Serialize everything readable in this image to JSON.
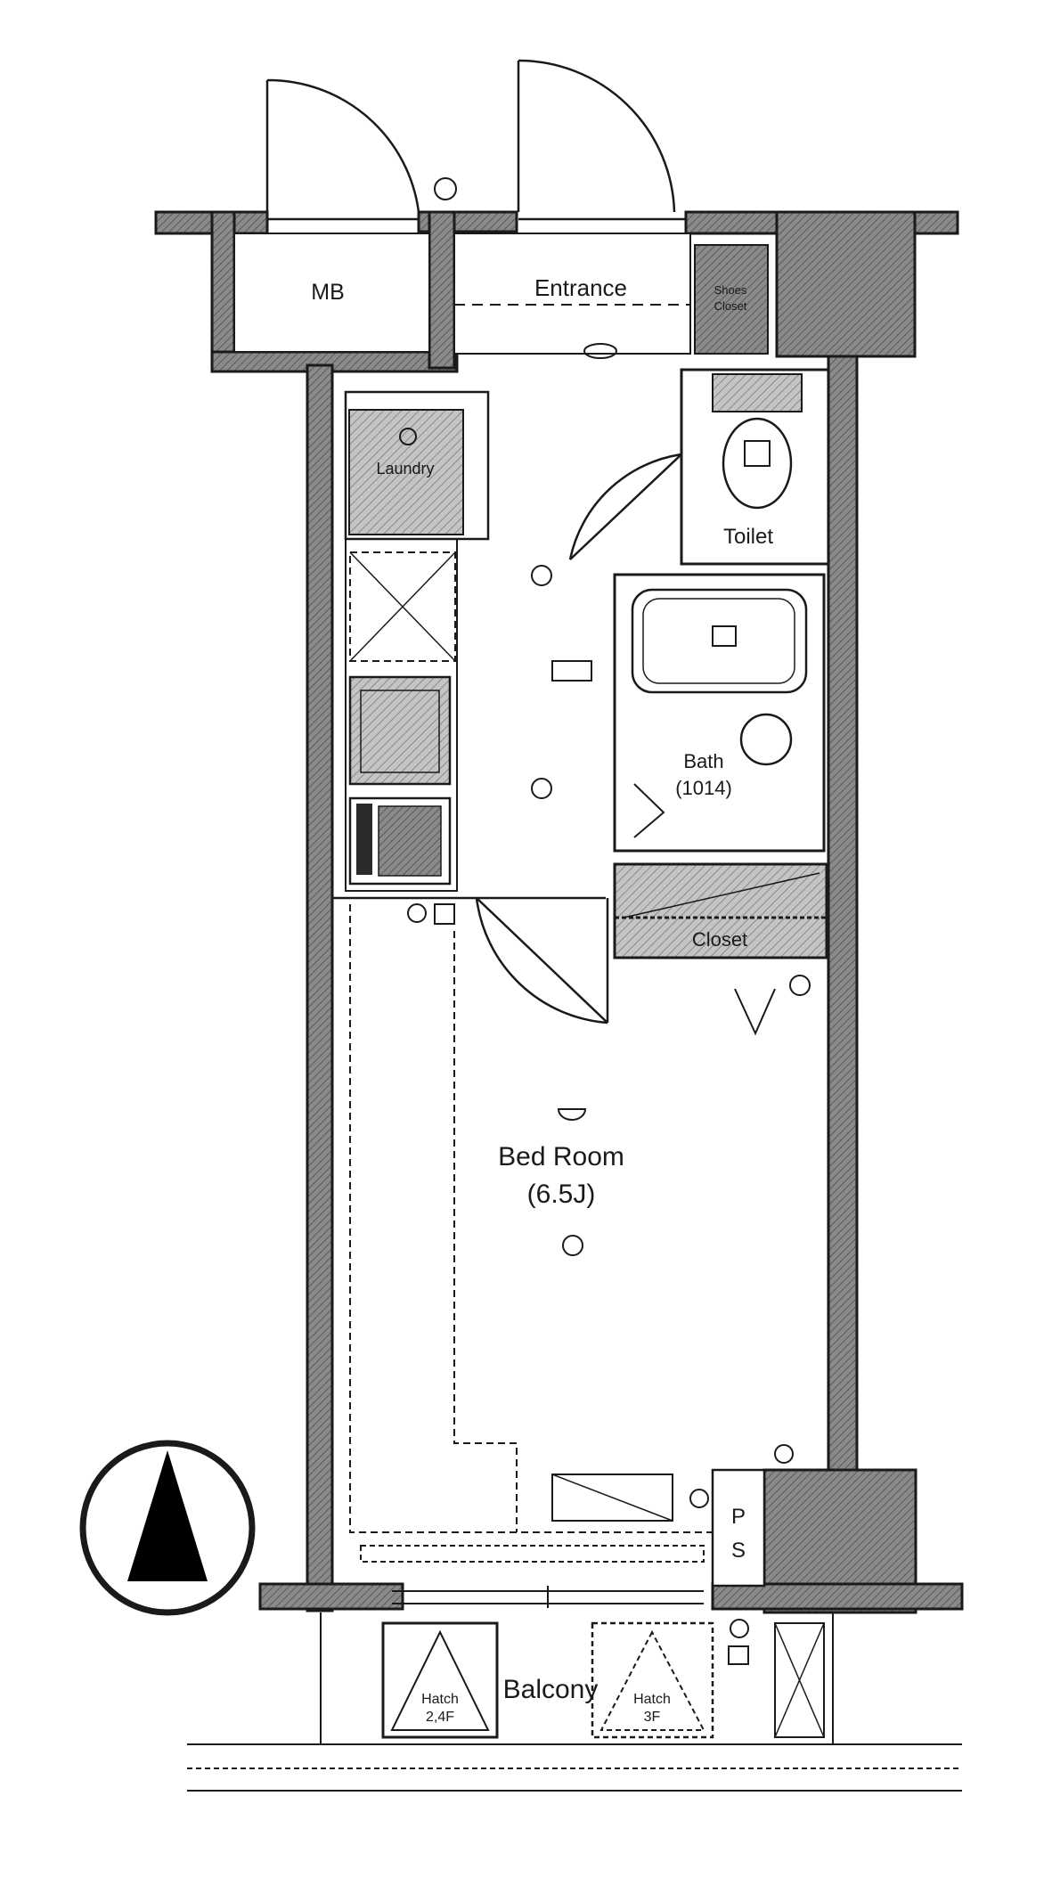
{
  "rooms": {
    "mb": "MB",
    "entrance": "Entrance",
    "shoes": "Shoes",
    "closet_small": "Closet",
    "laundry": "Laundry",
    "toilet": "Toilet",
    "bath": "Bath",
    "bath_size": "(1014)",
    "closet": "Closet",
    "bedroom": "Bed Room",
    "bedroom_size": "(6.5J)",
    "ps_p": "P",
    "ps_s": "S",
    "balcony": "Balcony",
    "hatch_a": "Hatch",
    "hatch_a_floor": "2,4F",
    "hatch_b": "Hatch",
    "hatch_b_floor": "3F"
  },
  "compass": {
    "direction": "north",
    "icon": "north-arrow-icon"
  },
  "colors": {
    "wall": "#7a7a7a",
    "wall_dark": "#4a4a4a",
    "line": "#1a1a1a",
    "fixture": "#9a9a9a"
  }
}
